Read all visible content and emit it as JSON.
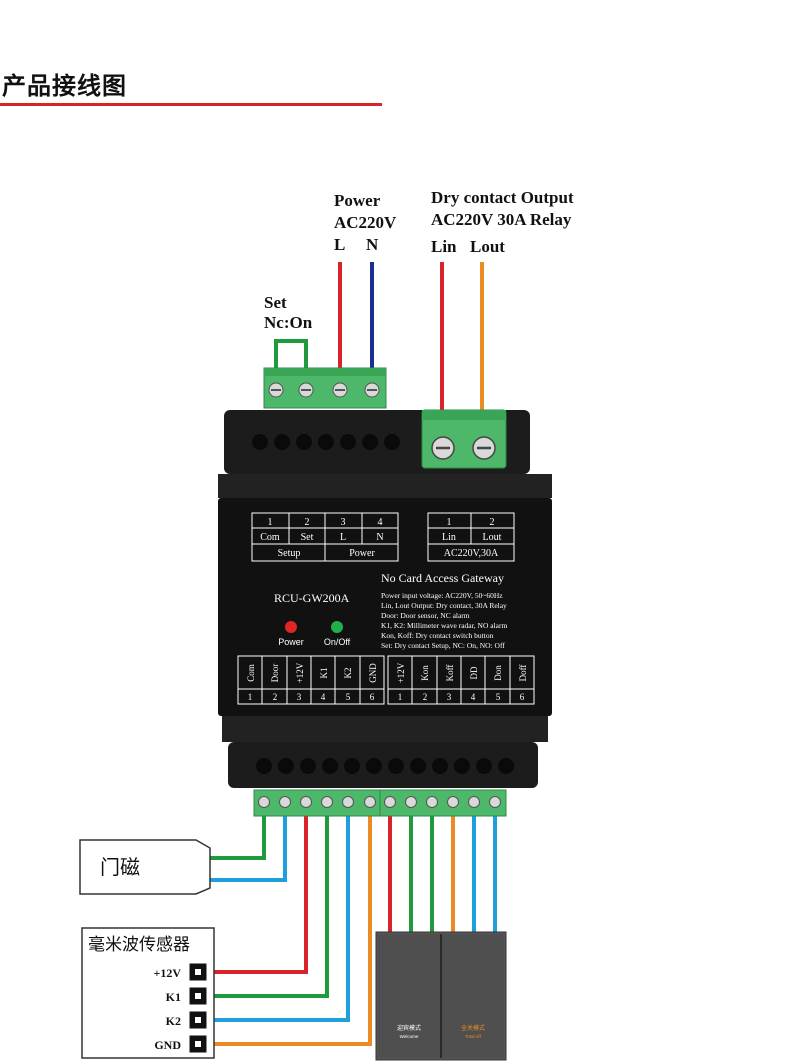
{
  "title": "产品接线图",
  "labels": {
    "power": "Power",
    "ac220v": "AC220V",
    "l": "L",
    "n": "N",
    "dry_contact": "Dry contact Output",
    "relay": "AC220V 30A Relay",
    "lin": "Lin",
    "lout": "Lout",
    "set": "Set",
    "nc_on": "Nc:On"
  },
  "device": {
    "model": "RCU-GW200A",
    "heading": "No Card Access Gateway",
    "specs": [
      "Power input voltage: AC220V, 50~60Hz",
      "Lin, Lout Output: Dry contact, 30A Relay",
      "Door: Door sensor, NC alarm",
      "K1, K2: Millimeter wave radar, NO alarm",
      "Kon, Koff: Dry contact switch button",
      "Set: Dry contact Setup, NC: On, NO: Off"
    ],
    "led_power": "Power",
    "led_onoff": "On/Off",
    "top_left_table": {
      "numbers": [
        "1",
        "2",
        "3",
        "4"
      ],
      "names": [
        "Com",
        "Set",
        "L",
        "N"
      ],
      "groups": [
        "Setup",
        "Power"
      ]
    },
    "top_right_table": {
      "numbers": [
        "1",
        "2"
      ],
      "names": [
        "Lin",
        "Lout"
      ],
      "group": "AC220V,30A"
    },
    "bottom_left_table": {
      "names": [
        "Com",
        "Door",
        "+12V",
        "K1",
        "K2",
        "GND"
      ],
      "numbers": [
        "1",
        "2",
        "3",
        "4",
        "5",
        "6"
      ]
    },
    "bottom_right_table": {
      "names": [
        "+12V",
        "Kon",
        "Koff",
        "DD",
        "Don",
        "Doff"
      ],
      "numbers": [
        "1",
        "2",
        "3",
        "4",
        "5",
        "6"
      ]
    }
  },
  "door_sensor": {
    "label": "门磁"
  },
  "radar": {
    "label": "毫米波传感器",
    "pins": [
      "+12V",
      "K1",
      "K2",
      "GND"
    ]
  },
  "switch_panel": {
    "left_cn": "迎宾模式",
    "left_en": "Welcome",
    "right_cn": "全关模式",
    "right_en": "Total off"
  },
  "colors": {
    "red": "#d8232a",
    "blue": "#1a2f8f",
    "orange": "#ec8a24",
    "green": "#1f9a3e",
    "light_blue": "#1fa0dc",
    "terminal_green": "#4db86a",
    "device_body": "#1c1c1c"
  }
}
